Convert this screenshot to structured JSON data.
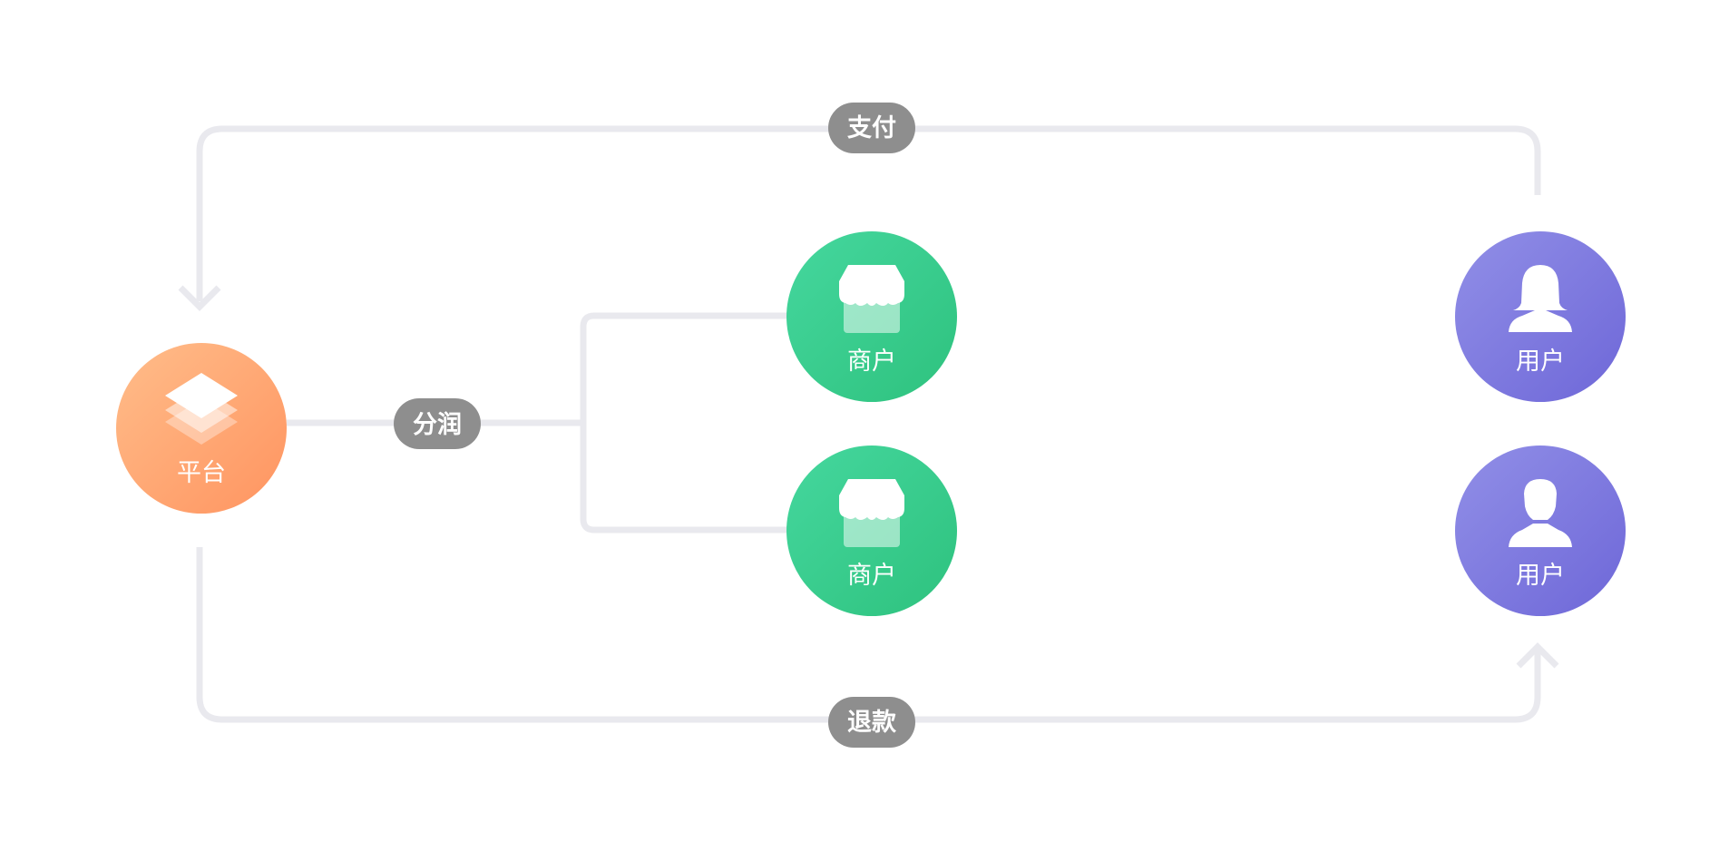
{
  "nodes": {
    "platform": {
      "label": "平台",
      "icon": "layers-icon"
    },
    "merchant_1": {
      "label": "商户",
      "icon": "storefront-icon"
    },
    "merchant_2": {
      "label": "商户",
      "icon": "storefront-icon"
    },
    "user_1": {
      "label": "用户",
      "icon": "female-user-icon"
    },
    "user_2": {
      "label": "用户",
      "icon": "male-user-icon"
    }
  },
  "edges": {
    "payment": {
      "label": "支付"
    },
    "split": {
      "label": "分润"
    },
    "refund": {
      "label": "退款"
    }
  },
  "colors": {
    "platform_light": "#ffbd8a",
    "platform_dark": "#ff9460",
    "merchant_light": "#45d79e",
    "merchant_dark": "#2ec27e",
    "user_light": "#8f8ce6",
    "user_dark": "#6e67d8",
    "connector": "#e9e9ee",
    "pill": "#8e8e8e"
  }
}
